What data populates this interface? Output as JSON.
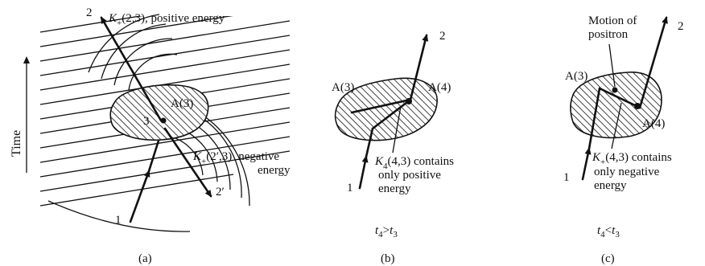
{
  "time_axis_label": "Time",
  "panels": {
    "a": {
      "caption": "(a)",
      "top_label": {
        "k": "K",
        "sub": "+",
        "args": "(2,3), positive energy"
      },
      "bottom_label": {
        "k": "K",
        "sub": "+",
        "args": "(2′,3)",
        "suffix": "negative",
        "line2": "energy"
      },
      "point_a3": "A(3)",
      "point_3": "3",
      "end_2": "2",
      "end_1": "1",
      "end_2p": "2′"
    },
    "b": {
      "caption": "(b)",
      "label_a3": "A(3)",
      "label_a4": "A(4)",
      "end_2": "2",
      "end_1": "1",
      "kernel": {
        "k": "K",
        "sub": "4",
        "args": "(4,3) contains"
      },
      "kernel_line2": "only positive",
      "kernel_line3": "energy",
      "condition": {
        "t": "t",
        "a": "4",
        "op": ">",
        "t2": "t",
        "b": "3"
      }
    },
    "c": {
      "caption": "(c)",
      "motion_line1": "Motion of",
      "motion_line2": "positron",
      "label_a3": "A(3)",
      "label_a4": "A(4)",
      "end_2": "2",
      "end_1": "1",
      "kernel": {
        "k": "K",
        "sub": "+",
        "args": "(4,3) contains"
      },
      "kernel_line2": "only negative",
      "kernel_line3": "energy",
      "condition": {
        "t": "t",
        "a": "4",
        "op": "<",
        "t2": "t",
        "b": "3"
      }
    }
  }
}
